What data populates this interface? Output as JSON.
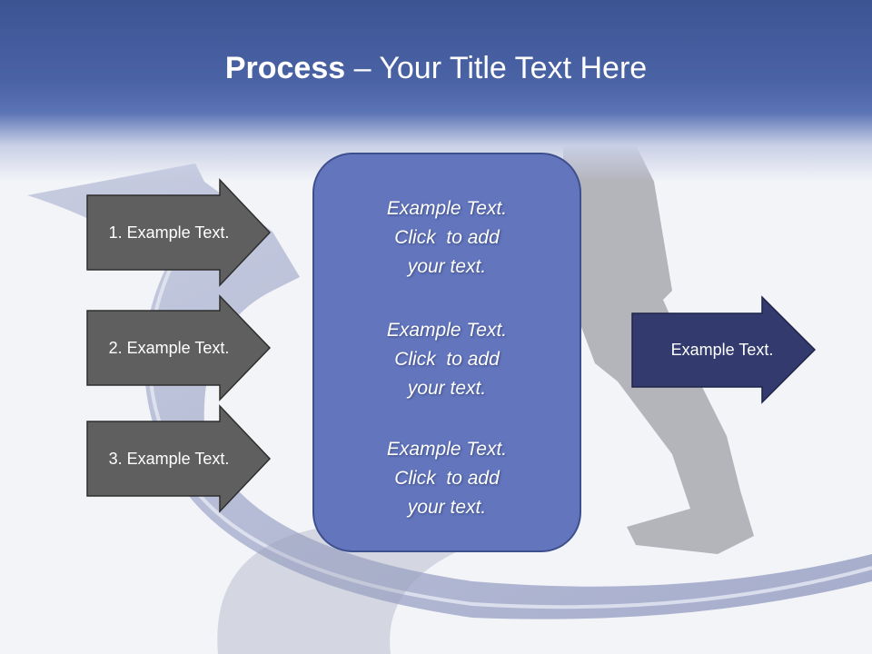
{
  "title": {
    "bold": "Process",
    "rest": " – Your Title Text Here"
  },
  "left_arrows": [
    {
      "label": "1. Example Text."
    },
    {
      "label": "2. Example Text."
    },
    {
      "label": "3. Example Text."
    }
  ],
  "center_box": {
    "paragraphs": [
      {
        "lines": [
          "Example Text.",
          "Click  to add",
          "your text."
        ]
      },
      {
        "lines": [
          "Example Text.",
          "Click  to add",
          "your text."
        ]
      },
      {
        "lines": [
          "Example Text.",
          "Click  to add",
          "your text."
        ]
      }
    ]
  },
  "right_arrow": {
    "label": "Example Text."
  },
  "colors": {
    "title_band": "#4a63a5",
    "left_arrow_fill": "#5f5f5f",
    "center_box_fill": "#6275bd",
    "right_arrow_fill": "#323a6e"
  }
}
